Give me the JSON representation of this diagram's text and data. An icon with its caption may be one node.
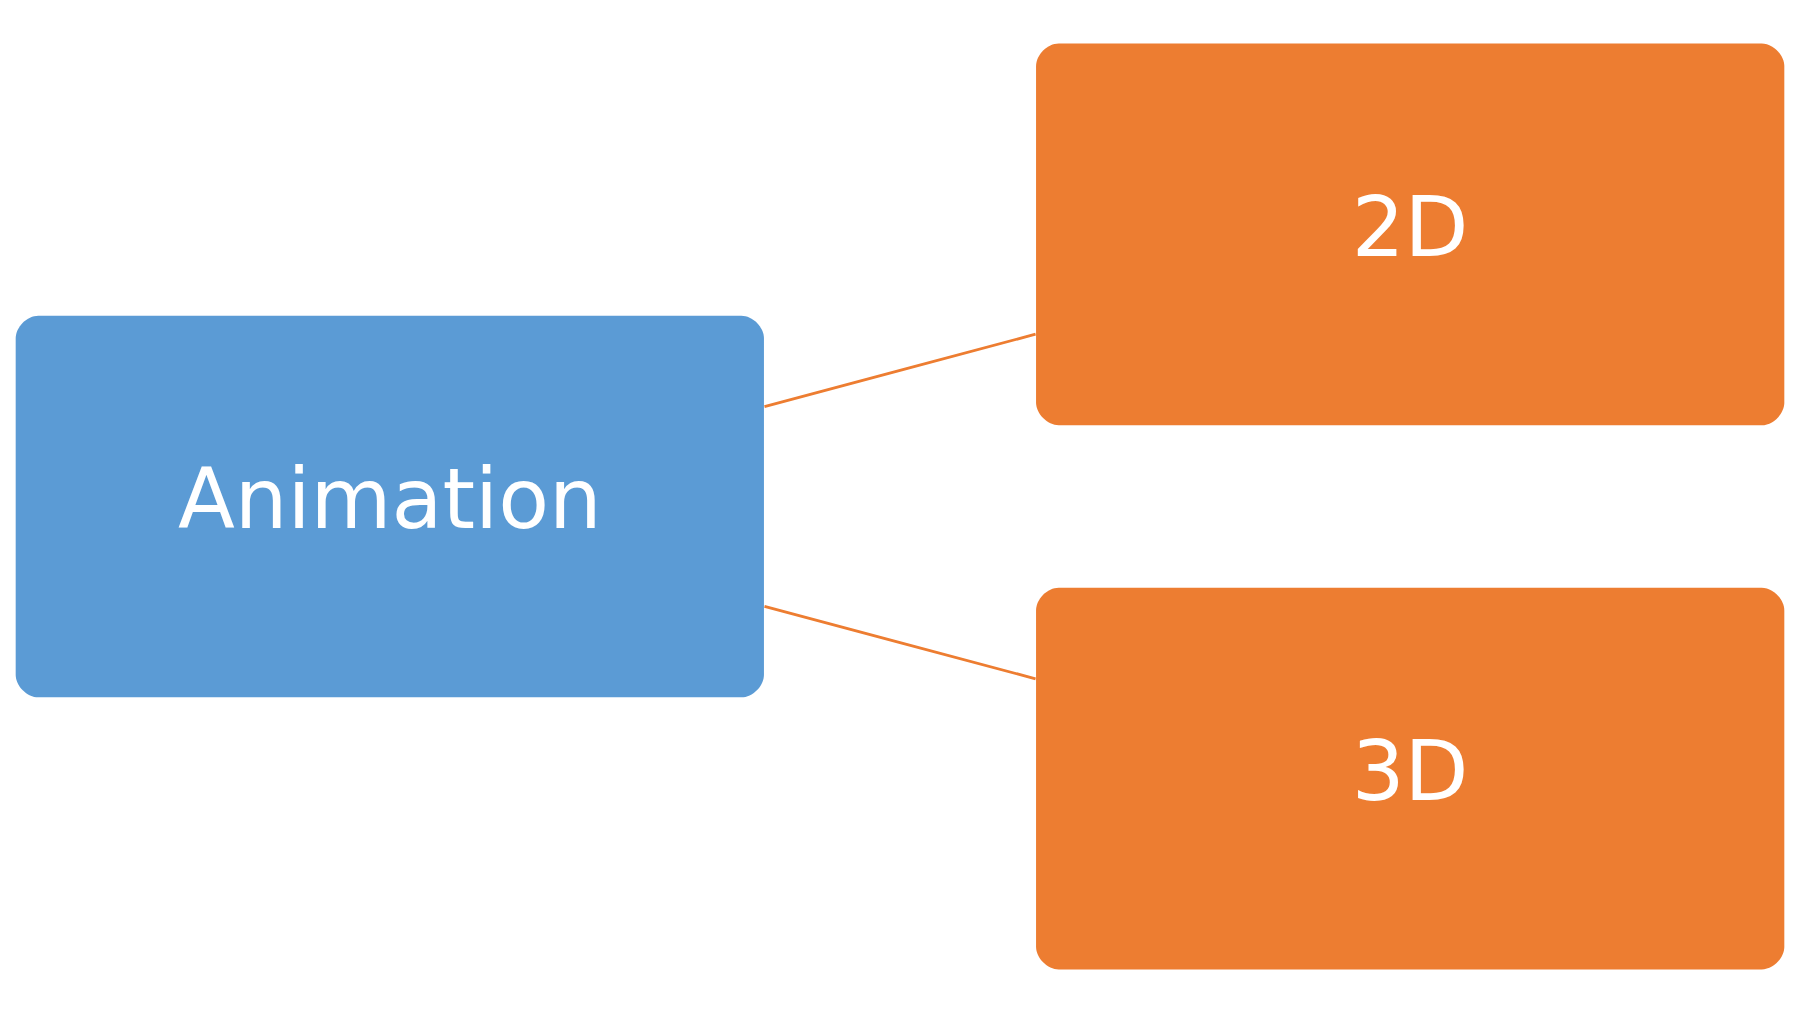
{
  "diagram": {
    "nodes": [
      {
        "text": [
          "Animation"
        ]
      },
      {
        "text": [
          "2D"
        ]
      },
      {
        "text": [
          "3D"
        ]
      }
    ],
    "edges": [
      {
        "from": 0,
        "to": 1,
        "arrow": "none"
      },
      {
        "from": 0,
        "to": 2,
        "arrow": "none"
      }
    ]
  }
}
